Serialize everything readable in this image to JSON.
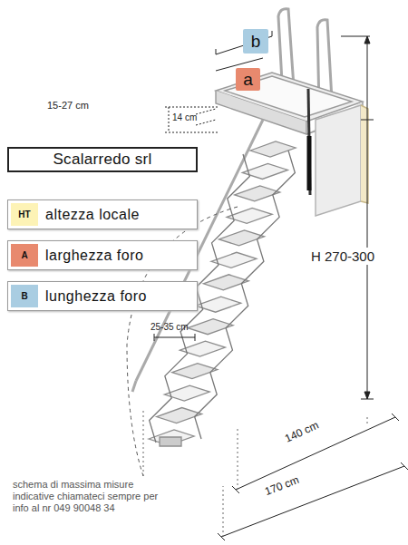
{
  "diagram": {
    "nodes": [
      {
        "text": [
          "b"
        ]
      },
      {
        "text": [
          "a"
        ]
      },
      {
        "text": [
          "Scalarredo srl"
        ]
      },
      {
        "text": [
          "HT",
          "altezza locale"
        ]
      },
      {
        "text": [
          "A",
          "larghezza foro"
        ]
      },
      {
        "text": [
          "B",
          "lunghezza foro"
        ]
      }
    ],
    "labels": [
      "15-27 cm",
      "14 cm",
      "H 270-300",
      "25-35 cm",
      "140 cm",
      "170 cm",
      "schema di massima misure indicative chiamateci sempre per info al nr 049 90048 34"
    ]
  }
}
